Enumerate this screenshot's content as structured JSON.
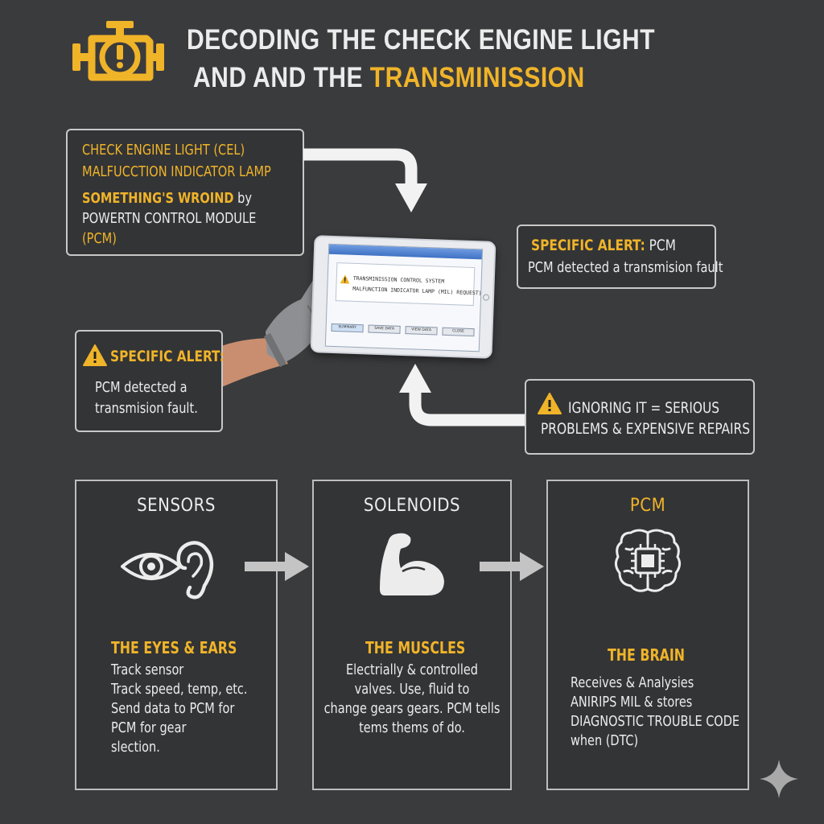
{
  "header": {
    "title_line1": "DECODING THE CHECK ENGINE LIGHT",
    "title_line2_white": "AND AND THE ",
    "title_line2_yellow": "TRANSMINISSION",
    "icon": "check-engine-icon"
  },
  "cel_box": {
    "line1": "CHECK ENGINE LIGHT (CEL)",
    "line2": "MALFUCCTION INDICATOR LAMP",
    "line3_yellow": "SOMETHING'S WROIND",
    "line3_white": " by",
    "line4": "POWERTN CONTROL MODULE",
    "line5": "(PCM)"
  },
  "alert_right": {
    "title": "SPECIFIC ALERT:",
    "title_suffix": " PCM",
    "body": "PCM detected a transmision fault"
  },
  "alert_left": {
    "title": "SPECIFIC ALERT:",
    "body_line1": "PCM detected a",
    "body_line2": "transmision fault.",
    "icon": "warning-icon"
  },
  "warning_box": {
    "line1": "IGNORING IT = SERIOUS",
    "line2": "PROBLEMS & EXPENSIVE REPAIRS",
    "icon": "warning-icon"
  },
  "tablet": {
    "dialog_line1": "TRANSMINISSION CONTROL SYSTEM",
    "dialog_line2": "MALFUNCTION INDICATOR LAMP (MIL) REQUEST)",
    "buttons": [
      "SUMMARY",
      "SAVE DATA",
      "VIEW DATA",
      "CLOSE"
    ]
  },
  "columns": [
    {
      "title": "SENSORS",
      "subtitle": "THE EYES & EARS",
      "body": [
        "Track sensor",
        "Track speed, temp, etc.",
        "Send data to PCM for",
        "PCM for gear",
        "slection."
      ],
      "icon": "eye-ear-icon"
    },
    {
      "title": "SOLENOIDS",
      "subtitle": "THE MUSCLES",
      "body": [
        "Electrially & controlled",
        "valves. Use, fluid to",
        "change gears gears. PCM tells",
        "tems thems of do."
      ],
      "icon": "flexed-arm-icon"
    },
    {
      "title": "PCM",
      "subtitle": "THE BRAIN",
      "body": [
        "Receives & Analysies",
        "ANIRIPS MIL & stores",
        "DIAGNOSTIC TROUBLE CODE",
        "when (DTC)"
      ],
      "icon": "brain-chip-icon"
    }
  ],
  "colors": {
    "background": "#3a3b3d",
    "accent": "#f0b429",
    "text": "#e9e9e9"
  }
}
